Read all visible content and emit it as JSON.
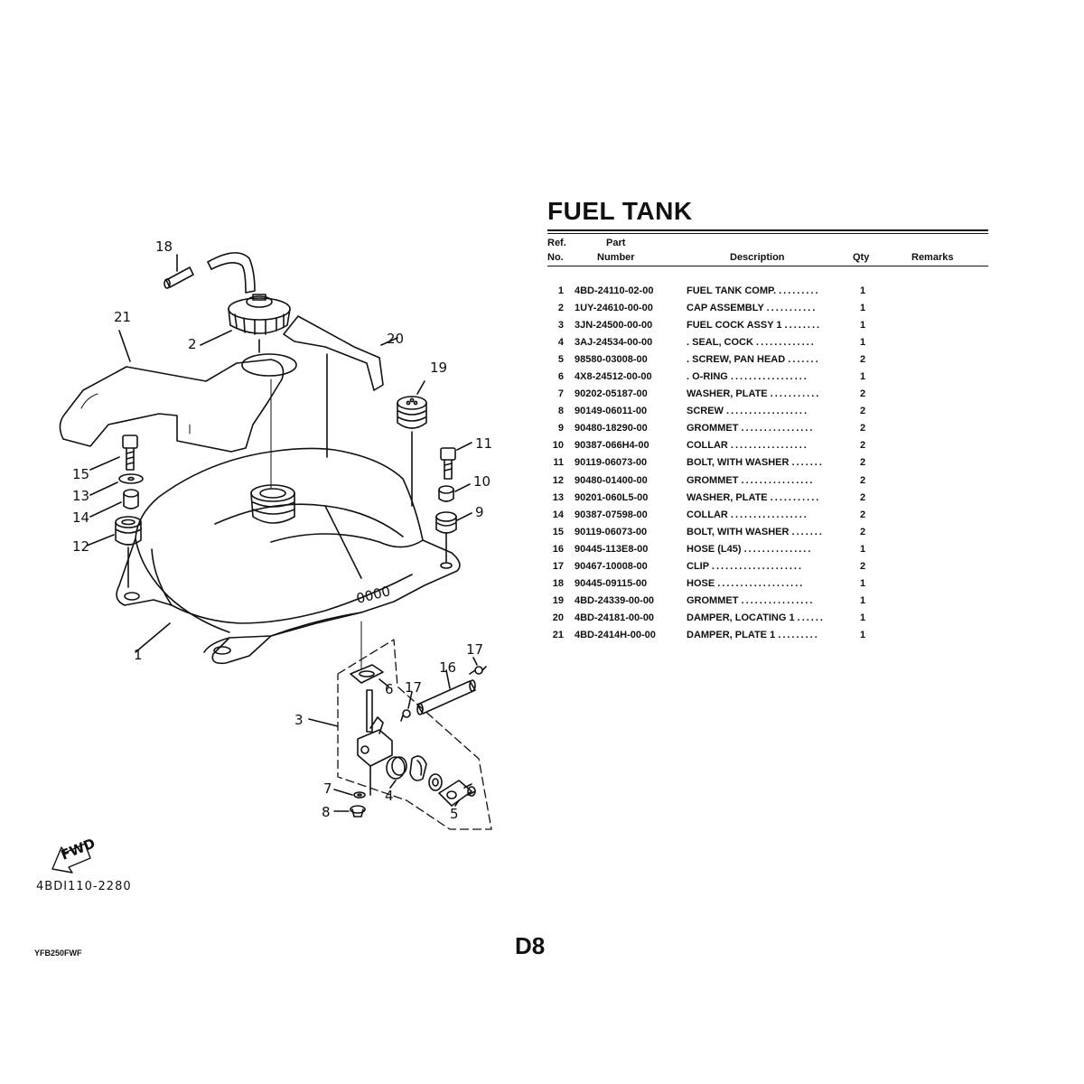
{
  "title": "FUEL TANK",
  "headers": {
    "ref_line1": "Ref.",
    "ref_line2": "No.",
    "part_line1": "Part",
    "part_line2": "Number",
    "description": "Description",
    "qty": "Qty",
    "remarks": "Remarks"
  },
  "parts": [
    {
      "ref": "1",
      "part_number": "4BD-24110-02-00",
      "description": "FUEL TANK COMP.",
      "dots": ".........",
      "qty": "1"
    },
    {
      "ref": "2",
      "part_number": "1UY-24610-00-00",
      "description": "CAP ASSEMBLY",
      "dots": "...........",
      "qty": "1"
    },
    {
      "ref": "3",
      "part_number": "3JN-24500-00-00",
      "description": "FUEL COCK ASSY 1",
      "dots": "........",
      "qty": "1"
    },
    {
      "ref": "4",
      "part_number": "3AJ-24534-00-00",
      "description": ". SEAL, COCK",
      "dots": ".............",
      "qty": "1"
    },
    {
      "ref": "5",
      "part_number": "98580-03008-00",
      "description": ". SCREW, PAN HEAD",
      "dots": ".......",
      "qty": "2"
    },
    {
      "ref": "6",
      "part_number": "4X8-24512-00-00",
      "description": ". O-RING",
      "dots": ".................",
      "qty": "1"
    },
    {
      "ref": "7",
      "part_number": "90202-05187-00",
      "description": "WASHER, PLATE",
      "dots": "...........",
      "qty": "2"
    },
    {
      "ref": "8",
      "part_number": "90149-06011-00",
      "description": "SCREW",
      "dots": "..................",
      "qty": "2"
    },
    {
      "ref": "9",
      "part_number": "90480-18290-00",
      "description": "GROMMET",
      "dots": "................",
      "qty": "2"
    },
    {
      "ref": "10",
      "part_number": "90387-066H4-00",
      "description": "COLLAR",
      "dots": ".................",
      "qty": "2"
    },
    {
      "ref": "11",
      "part_number": "90119-06073-00",
      "description": "BOLT, WITH WASHER",
      "dots": ".......",
      "qty": "2"
    },
    {
      "ref": "12",
      "part_number": "90480-01400-00",
      "description": "GROMMET",
      "dots": "................",
      "qty": "2"
    },
    {
      "ref": "13",
      "part_number": "90201-060L5-00",
      "description": "WASHER, PLATE",
      "dots": "...........",
      "qty": "2"
    },
    {
      "ref": "14",
      "part_number": "90387-07598-00",
      "description": "COLLAR",
      "dots": ".................",
      "qty": "2"
    },
    {
      "ref": "15",
      "part_number": "90119-06073-00",
      "description": "BOLT, WITH WASHER",
      "dots": ".......",
      "qty": "2"
    },
    {
      "ref": "16",
      "part_number": "90445-113E8-00",
      "description": "HOSE (L45)",
      "dots": "...............",
      "qty": "1"
    },
    {
      "ref": "17",
      "part_number": "90467-10008-00",
      "description": "CLIP",
      "dots": "....................",
      "qty": "2"
    },
    {
      "ref": "18",
      "part_number": "90445-09115-00",
      "description": "HOSE",
      "dots": "...................",
      "qty": "1"
    },
    {
      "ref": "19",
      "part_number": "4BD-24339-00-00",
      "description": "GROMMET",
      "dots": "................",
      "qty": "1"
    },
    {
      "ref": "20",
      "part_number": "4BD-24181-00-00",
      "description": "DAMPER, LOCATING 1",
      "dots": "......",
      "qty": "1"
    },
    {
      "ref": "21",
      "part_number": "4BD-2414H-00-00",
      "description": "DAMPER, PLATE 1",
      "dots": ".........",
      "qty": "1"
    }
  ],
  "diagram": {
    "callouts": {
      "c1": "1",
      "c2": "2",
      "c3": "3",
      "c4": "4",
      "c5": "5",
      "c6": "6",
      "c7": "7",
      "c8": "8",
      "c9": "9",
      "c10": "10",
      "c11": "11",
      "c12": "12",
      "c13": "13",
      "c14": "14",
      "c15": "15",
      "c16": "16",
      "c17a": "17",
      "c17b": "17",
      "c18": "18",
      "c19": "19",
      "c20": "20",
      "c21": "21"
    },
    "fwd_label": "FWD",
    "tank_stamp": "0000"
  },
  "figure_code": "4BDI110-2280",
  "page_code": "D8",
  "model_code": "YFB250FWF"
}
